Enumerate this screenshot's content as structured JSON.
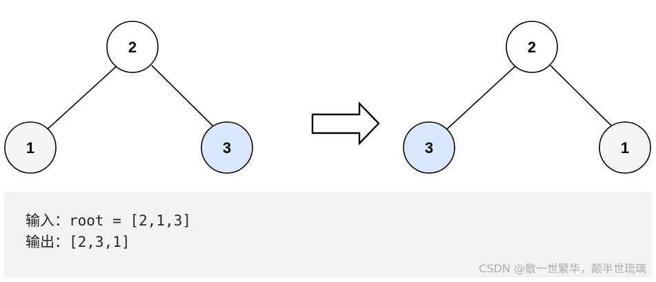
{
  "trees": {
    "before": {
      "root": "2",
      "left": "1",
      "right": "3"
    },
    "after": {
      "root": "2",
      "left": "3",
      "right": "1"
    }
  },
  "colors": {
    "node_default_fill": "#f3f3f3",
    "node_white_fill": "#ffffff",
    "node_highlight_fill": "#dae8fc",
    "stroke": "#000000",
    "example_background": "#f1f2f4",
    "watermark_text": "#aeaeae"
  },
  "example": {
    "input_line": "输入：root = [2,1,3]",
    "output_line": "输出：[2,3,1]"
  },
  "watermark": "CSDN @散一世繁华，颠半世琉璃"
}
